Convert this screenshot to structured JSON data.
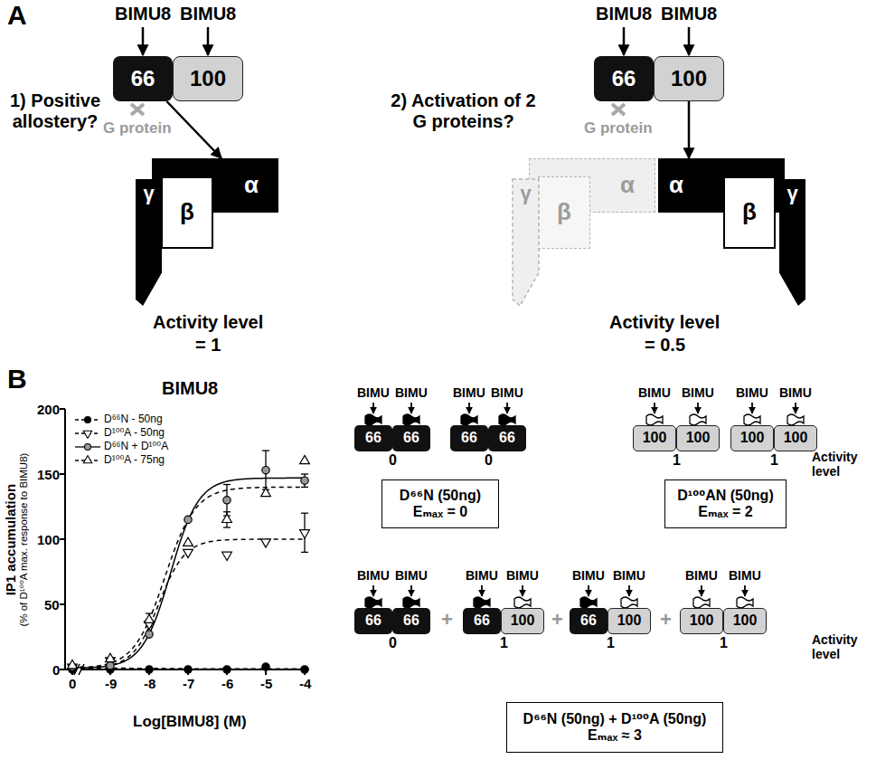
{
  "diagram": {
    "nodes": [
      {
        "text": [
          "66"
        ]
      },
      {
        "text": [
          "100"
        ]
      },
      {
        "text": [
          "α"
        ]
      },
      {
        "text": [
          "β"
        ]
      },
      {
        "text": [
          "γ"
        ]
      },
      {
        "text": [
          "66"
        ]
      },
      {
        "text": [
          "100"
        ]
      },
      {
        "text": [
          "α"
        ]
      },
      {
        "text": [
          "β"
        ]
      },
      {
        "text": [
          "γ"
        ]
      },
      {
        "text": [
          "α"
        ]
      },
      {
        "text": [
          "β"
        ]
      },
      {
        "text": [
          "γ"
        ]
      },
      {
        "text": [
          "66"
        ]
      },
      {
        "text": [
          "66"
        ]
      },
      {
        "text": [
          "66"
        ]
      },
      {
        "text": [
          "66"
        ]
      },
      {
        "text": [
          "100"
        ]
      },
      {
        "text": [
          "100"
        ]
      },
      {
        "text": [
          "100"
        ]
      },
      {
        "text": [
          "100"
        ]
      },
      {
        "text": [
          "D⁶⁶N (50ng)",
          "Eₘₐₓ = 0"
        ]
      },
      {
        "text": [
          "D¹⁰⁰AN (50ng)",
          "Eₘₐₓ = 2"
        ]
      },
      {
        "text": [
          "66"
        ]
      },
      {
        "text": [
          "66"
        ]
      },
      {
        "text": [
          "66"
        ]
      },
      {
        "text": [
          "100"
        ]
      },
      {
        "text": [
          "66"
        ]
      },
      {
        "text": [
          "100"
        ]
      },
      {
        "text": [
          "100"
        ]
      },
      {
        "text": [
          "100"
        ]
      },
      {
        "text": [
          "D⁶⁶N (50ng) + D¹⁰⁰A (50ng)",
          "Eₘₐₓ ≈ 3"
        ]
      }
    ],
    "edges": [
      {
        "from": 0,
        "to": 2,
        "arrow": "to"
      },
      {
        "from": 6,
        "to": 10,
        "arrow": "to"
      }
    ],
    "labels": [
      "A",
      "BIMU8",
      "BIMU8",
      "1) Positive allostery?",
      "G protein",
      "Activity level",
      "= 1",
      "BIMU8",
      "BIMU8",
      "2) Activation of 2 G proteins?",
      "G protein",
      "Activity level",
      "= 0.5",
      "B",
      "BIMU8",
      "IP1 accumulation",
      "(% of D¹⁰⁰A max. response to BIMU8)",
      "200",
      "150",
      "100",
      "50",
      "0",
      "0",
      "-9",
      "-8",
      "-7",
      "-6",
      "-5",
      "-4",
      "Log[BIMU8] (M)",
      "BIMU",
      "BIMU",
      "BIMU",
      "BIMU",
      "BIMU",
      "BIMU",
      "BIMU",
      "BIMU",
      "0",
      "0",
      "1",
      "1",
      "Activity level",
      "BIMU",
      "BIMU",
      "BIMU",
      "BIMU",
      "BIMU",
      "BIMU",
      "BIMU",
      "BIMU",
      "+",
      "+",
      "+",
      "0",
      "1",
      "1",
      "1",
      "Activity level"
    ],
    "legend": [
      {
        "text": "D⁶⁶N - 50ng"
      },
      {
        "text": "D¹⁰⁰A - 50ng"
      },
      {
        "text": "D⁶⁶N + D¹⁰⁰A"
      },
      {
        "text": "D¹⁰⁰A - 75ng"
      }
    ]
  }
}
